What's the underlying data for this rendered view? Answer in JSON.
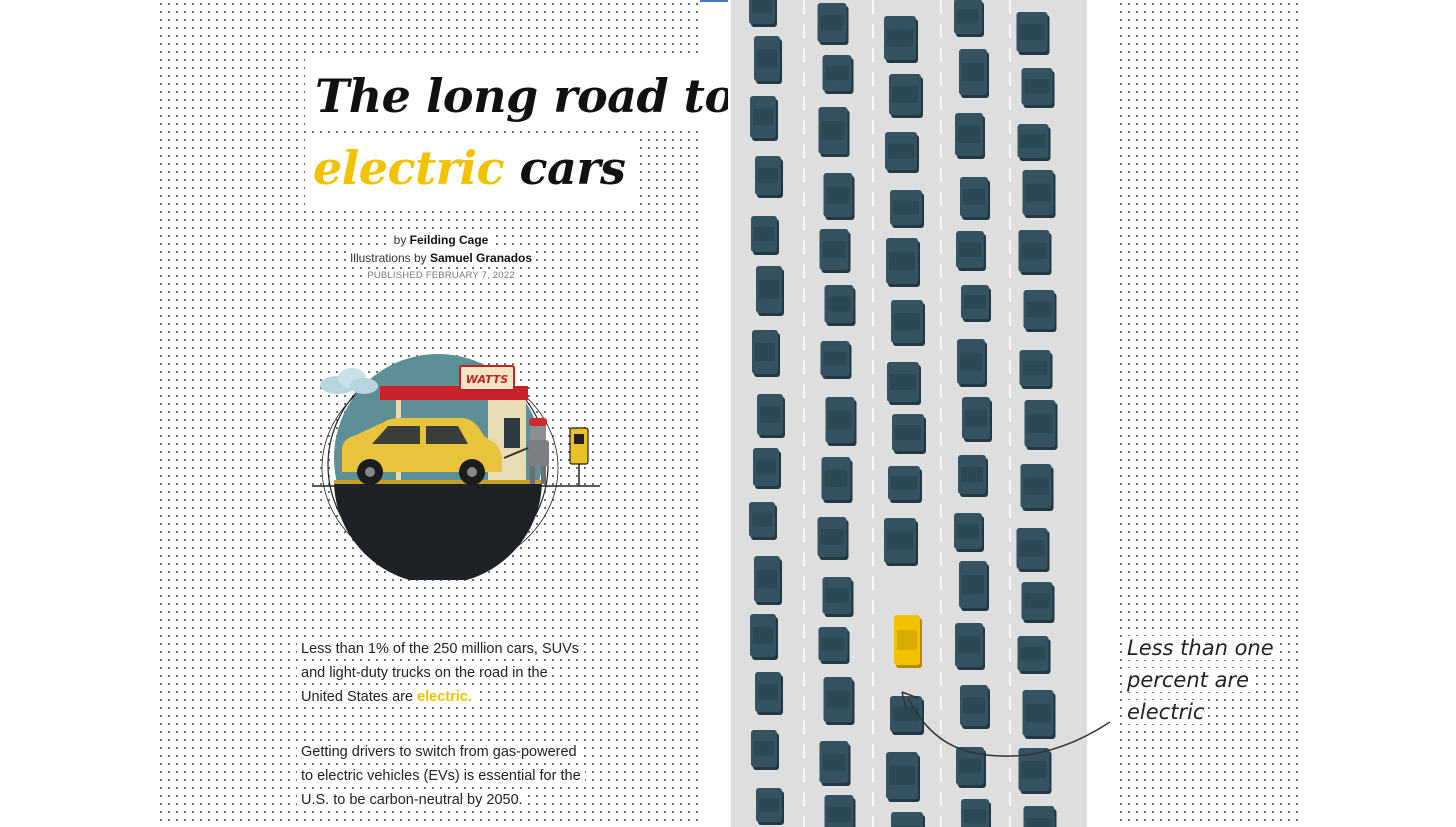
{
  "article": {
    "title_line1": "The long road to",
    "title_accent": "electric",
    "title_rest": " cars",
    "byline_prefix": "by ",
    "author": "Feilding Cage",
    "illustrations_prefix": "Illustrations by ",
    "illustrator": "Samuel Granados",
    "published": "PUBLISHED FEBRUARY 7, 2022"
  },
  "illustration": {
    "sign_text": "WATTS",
    "icon": "ev-charging-station-illustration"
  },
  "body": {
    "para1_lines": [
      "Less than 1% of the 250 million cars, SUVs",
      "and light-duty trucks on the road in the",
      "United States are "
    ],
    "para1_accent": "electric.",
    "para2_lines": [
      "Getting drivers to switch from gas-powered",
      "to electric vehicles (EVs) is essential for the",
      "U.S. to be carbon-neutral by 2050."
    ]
  },
  "annotation": {
    "lines": [
      "Less than one",
      "percent are",
      "electric"
    ]
  },
  "colors": {
    "accent": "#f2c200",
    "car_body": "#34525f",
    "car_shade": "#223844",
    "road": "#dedede",
    "lane_line": "#ffffff",
    "progress": "#4a78c8"
  }
}
